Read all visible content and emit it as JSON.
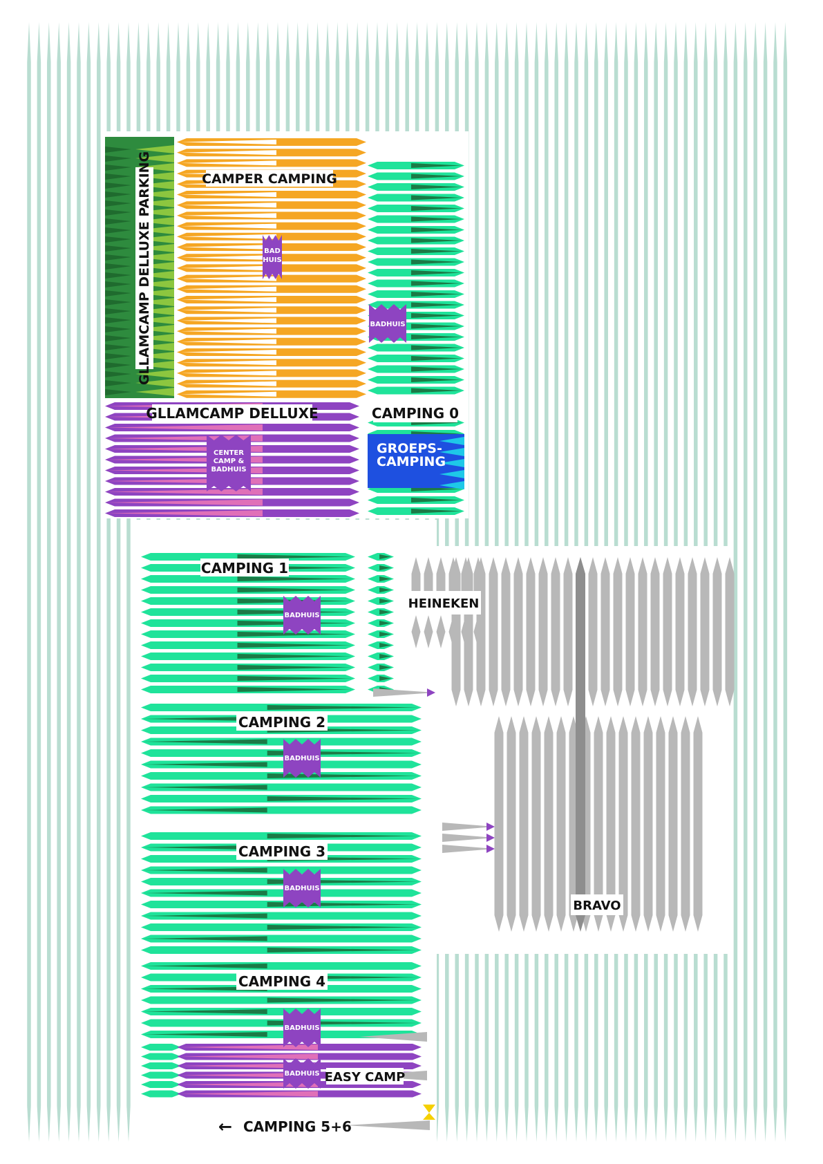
{
  "colors": {
    "background": "#ffffff",
    "mint_stripe": "#b9ddd1",
    "green_light": "#1fe39a",
    "green_dark": "#1b7a46",
    "green_parking": "#2e8b3e",
    "lime": "#8cc63f",
    "orange": "#f5a623",
    "purple": "#8e44c1",
    "pink": "#e070b8",
    "blue": "#1e50e0",
    "cyan": "#1ec8e8",
    "grey": "#b8b8b8",
    "grey_dark": "#8e8e8e",
    "yellow": "#f5d000"
  },
  "labels": {
    "parking": "GLLAMCAMP DELLUXE PARKING",
    "camper": "CAMPER CAMPING",
    "deluxe": "GLLAMCAMP DELLUXE",
    "camping0": "CAMPING 0",
    "groeps_1": "GROEPS-",
    "groeps_2": "CAMPING",
    "camping1": "CAMPING 1",
    "camping2": "CAMPING 2",
    "camping3": "CAMPING 3",
    "camping4": "CAMPING 4",
    "easycamp": "EASY CAMP",
    "camping56": "CAMPING 5+6",
    "heineken": "HEINEKEN",
    "bravo": "BRAVO",
    "arrow": "←"
  },
  "facilities": {
    "badhuis": "BADHUIS",
    "bad_1": "BAD",
    "bad_2": "HUIS",
    "center_1": "CENTER",
    "center_2": "CAMP &",
    "center_3": "BADHUIS"
  }
}
